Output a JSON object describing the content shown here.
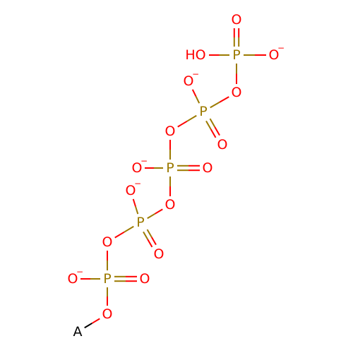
{
  "colors": {
    "phosphorus": "#9C7A00",
    "oxygen": "#FF0000",
    "generic_atom": "#000000",
    "background": "#FFFFFF"
  },
  "atoms": [
    {
      "id": "a_A",
      "symbol": "A",
      "color": "generic_atom"
    },
    {
      "id": "o1",
      "symbol": "O",
      "color": "oxygen"
    },
    {
      "id": "p1",
      "symbol": "P",
      "color": "phosphorus"
    },
    {
      "id": "o1a",
      "symbol": "O",
      "color": "oxygen",
      "charge": "−"
    },
    {
      "id": "o1b",
      "symbol": "O",
      "color": "oxygen"
    },
    {
      "id": "o2",
      "symbol": "O",
      "color": "oxygen"
    },
    {
      "id": "p2",
      "symbol": "P",
      "color": "phosphorus"
    },
    {
      "id": "o2a",
      "symbol": "O",
      "color": "oxygen",
      "charge": "−"
    },
    {
      "id": "o2b",
      "symbol": "O",
      "color": "oxygen"
    },
    {
      "id": "o3",
      "symbol": "O",
      "color": "oxygen"
    },
    {
      "id": "p3",
      "symbol": "P",
      "color": "phosphorus"
    },
    {
      "id": "o3a",
      "symbol": "O",
      "color": "oxygen",
      "charge": "−"
    },
    {
      "id": "o3b",
      "symbol": "O",
      "color": "oxygen"
    },
    {
      "id": "o4",
      "symbol": "O",
      "color": "oxygen"
    },
    {
      "id": "p4",
      "symbol": "P",
      "color": "phosphorus"
    },
    {
      "id": "o4a",
      "symbol": "O",
      "color": "oxygen",
      "charge": "−"
    },
    {
      "id": "o4b",
      "symbol": "O",
      "color": "oxygen"
    },
    {
      "id": "o5",
      "symbol": "O",
      "color": "oxygen"
    },
    {
      "id": "p5",
      "symbol": "P",
      "color": "phosphorus"
    },
    {
      "id": "o5h",
      "symbol": "HO",
      "color": "oxygen"
    },
    {
      "id": "o5a",
      "symbol": "O",
      "color": "oxygen",
      "charge": "−"
    },
    {
      "id": "o5b",
      "symbol": "O",
      "color": "oxygen"
    }
  ],
  "bonds": [
    {
      "from": "a_A",
      "to": "o1",
      "order": 1
    },
    {
      "from": "o1",
      "to": "p1",
      "order": 1
    },
    {
      "from": "p1",
      "to": "o1a",
      "order": 1
    },
    {
      "from": "p1",
      "to": "o1b",
      "order": 2
    },
    {
      "from": "p1",
      "to": "o2",
      "order": 1
    },
    {
      "from": "o2",
      "to": "p2",
      "order": 1
    },
    {
      "from": "p2",
      "to": "o2a",
      "order": 1
    },
    {
      "from": "p2",
      "to": "o2b",
      "order": 2
    },
    {
      "from": "p2",
      "to": "o3",
      "order": 1
    },
    {
      "from": "o3",
      "to": "p3",
      "order": 1
    },
    {
      "from": "p3",
      "to": "o3a",
      "order": 1
    },
    {
      "from": "p3",
      "to": "o3b",
      "order": 2
    },
    {
      "from": "p3",
      "to": "o4",
      "order": 1
    },
    {
      "from": "o4",
      "to": "p4",
      "order": 1
    },
    {
      "from": "p4",
      "to": "o4a",
      "order": 1
    },
    {
      "from": "p4",
      "to": "o4b",
      "order": 2
    },
    {
      "from": "p4",
      "to": "o5",
      "order": 1
    },
    {
      "from": "o5",
      "to": "p5",
      "order": 1
    },
    {
      "from": "p5",
      "to": "o5h",
      "order": 1
    },
    {
      "from": "p5",
      "to": "o5a",
      "order": 1
    },
    {
      "from": "p5",
      "to": "o5b",
      "order": 2
    }
  ]
}
